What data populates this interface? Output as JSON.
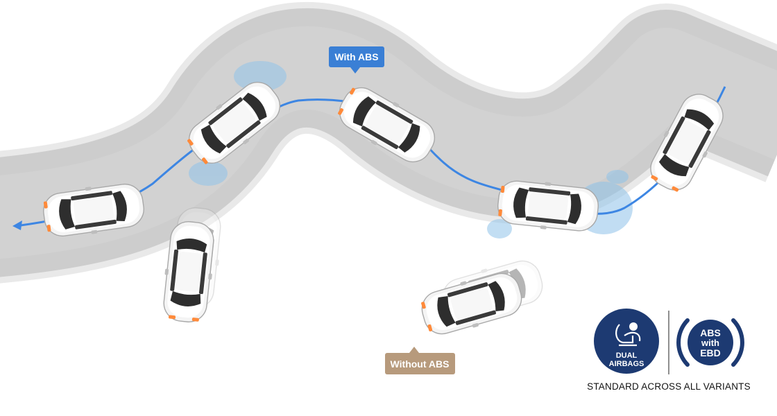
{
  "labels": {
    "with_abs": "With ABS",
    "without_abs": "Without ABS"
  },
  "badges": {
    "airbags_line1": "DUAL",
    "airbags_line2": "AIRBAGS",
    "abs_line1": "ABS",
    "abs_line2": "with",
    "abs_line3": "EBD",
    "footer": "STANDARD ACROSS ALL VARIANTS"
  },
  "colors": {
    "with_abs_tag": "#3a7fd5",
    "without_abs_tag": "#b79a7c",
    "path_line": "#3d86e3",
    "badge_navy": "#1d3a72",
    "road": "#cfcfcf",
    "road_edge": "#e9e9e9"
  },
  "icons": {
    "airbag": "airbag-person-icon",
    "abs": "abs-brake-icon",
    "direction": "arrow-left-icon"
  }
}
